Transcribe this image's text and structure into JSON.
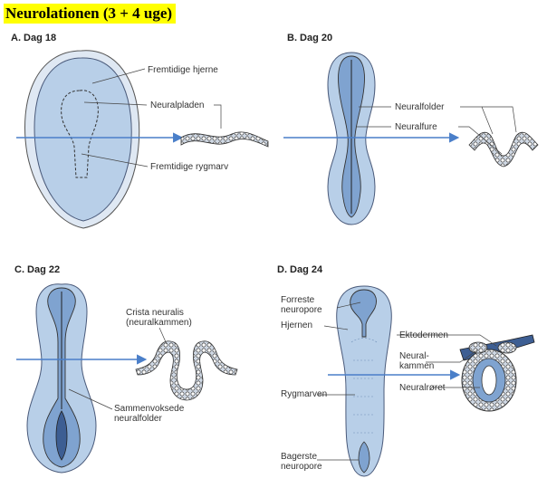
{
  "title": "Neurolationen (3 + 4 uge)",
  "colors": {
    "embryo_fill": "#b8cfe8",
    "embryo_dark": "#7fa3d0",
    "arrow": "#4a7fc9",
    "outline": "#3a3a4a",
    "title_bg": "#ffff00"
  },
  "panels": {
    "a": {
      "label": "A.  Dag 18",
      "brain": "Fremtidige hjerne",
      "plate": "Neuralpladen",
      "cord": "Fremtidige rygmarv"
    },
    "b": {
      "label": "B.  Dag 20",
      "folds": "Neuralfolder",
      "groove": "Neuralfure"
    },
    "c": {
      "label": "C.  Dag 22",
      "crest_1": "Crista neuralis",
      "crest_2": "(neuralkammen)",
      "fused_1": "Sammenvoksede",
      "fused_2": "neuralfolder"
    },
    "d": {
      "label": "D.  Dag 24",
      "ant_1": "Forreste",
      "ant_2": "neuropore",
      "brain": "Hjernen",
      "ecto": "Ektodermen",
      "crest_1": "Neural-",
      "crest_2": "kammen",
      "tube": "Neuralrøret",
      "cord": "Rygmarven",
      "post_1": "Bagerste",
      "post_2": "neuropore"
    }
  }
}
